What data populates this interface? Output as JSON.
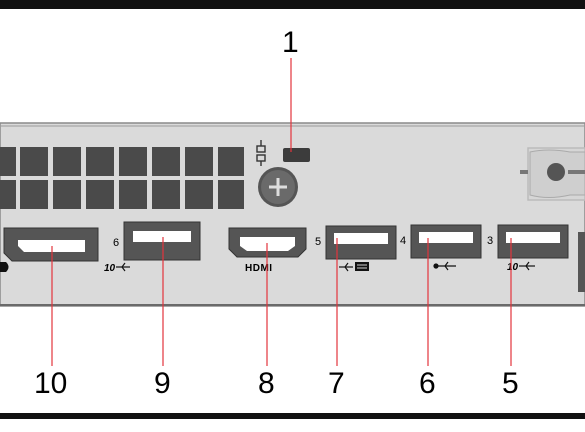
{
  "callouts": {
    "c1": "1",
    "c3": "5",
    "c4": "6",
    "c5": "7",
    "c6": "8",
    "c7": "9",
    "c8": "10"
  },
  "port_numbers": {
    "p6": "6",
    "p5": "5",
    "p4": "4",
    "p3": "3"
  },
  "icon_labels": {
    "usb10_left": "10",
    "usb10_right": "10",
    "hdmi": "HDMI"
  },
  "colors": {
    "panel": "#dadada",
    "panel_edge": "#8a8a8a",
    "port_body": "#5a5a5a",
    "port_slot": "#ffffff",
    "vent": "#4a4a4a",
    "leader": "#e3343c",
    "border": "#111111"
  },
  "icons": [
    "displayport-icon",
    "usb-superspeed-icon",
    "hdmi-icon",
    "usb-keyboard-icon",
    "usb-icon",
    "security-lock-icon",
    "kensington-slot-icon",
    "screw-icon",
    "cable-lock-icon"
  ]
}
